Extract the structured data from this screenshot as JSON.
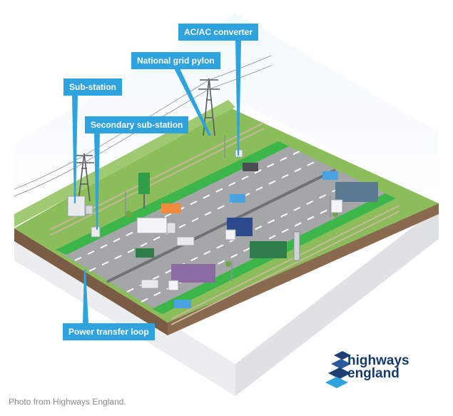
{
  "labels": {
    "converter": "AC/AC converter",
    "pylon": "National grid pylon",
    "substation": "Sub-station",
    "secondary": "Secondary sub-station",
    "loop": "Power transfer loop"
  },
  "brand": {
    "line1": "highways",
    "line2": "england"
  },
  "credit": "Photo from Highways England.",
  "colors": {
    "callout": "#2fa3de",
    "grass": "#8bbd5a",
    "road": "#a4a6a8",
    "charging_lane": "#3cb54a",
    "brand": "#163a6b"
  },
  "icons": {
    "pylon": "pylon-icon",
    "logo": "highways-england-logo"
  }
}
